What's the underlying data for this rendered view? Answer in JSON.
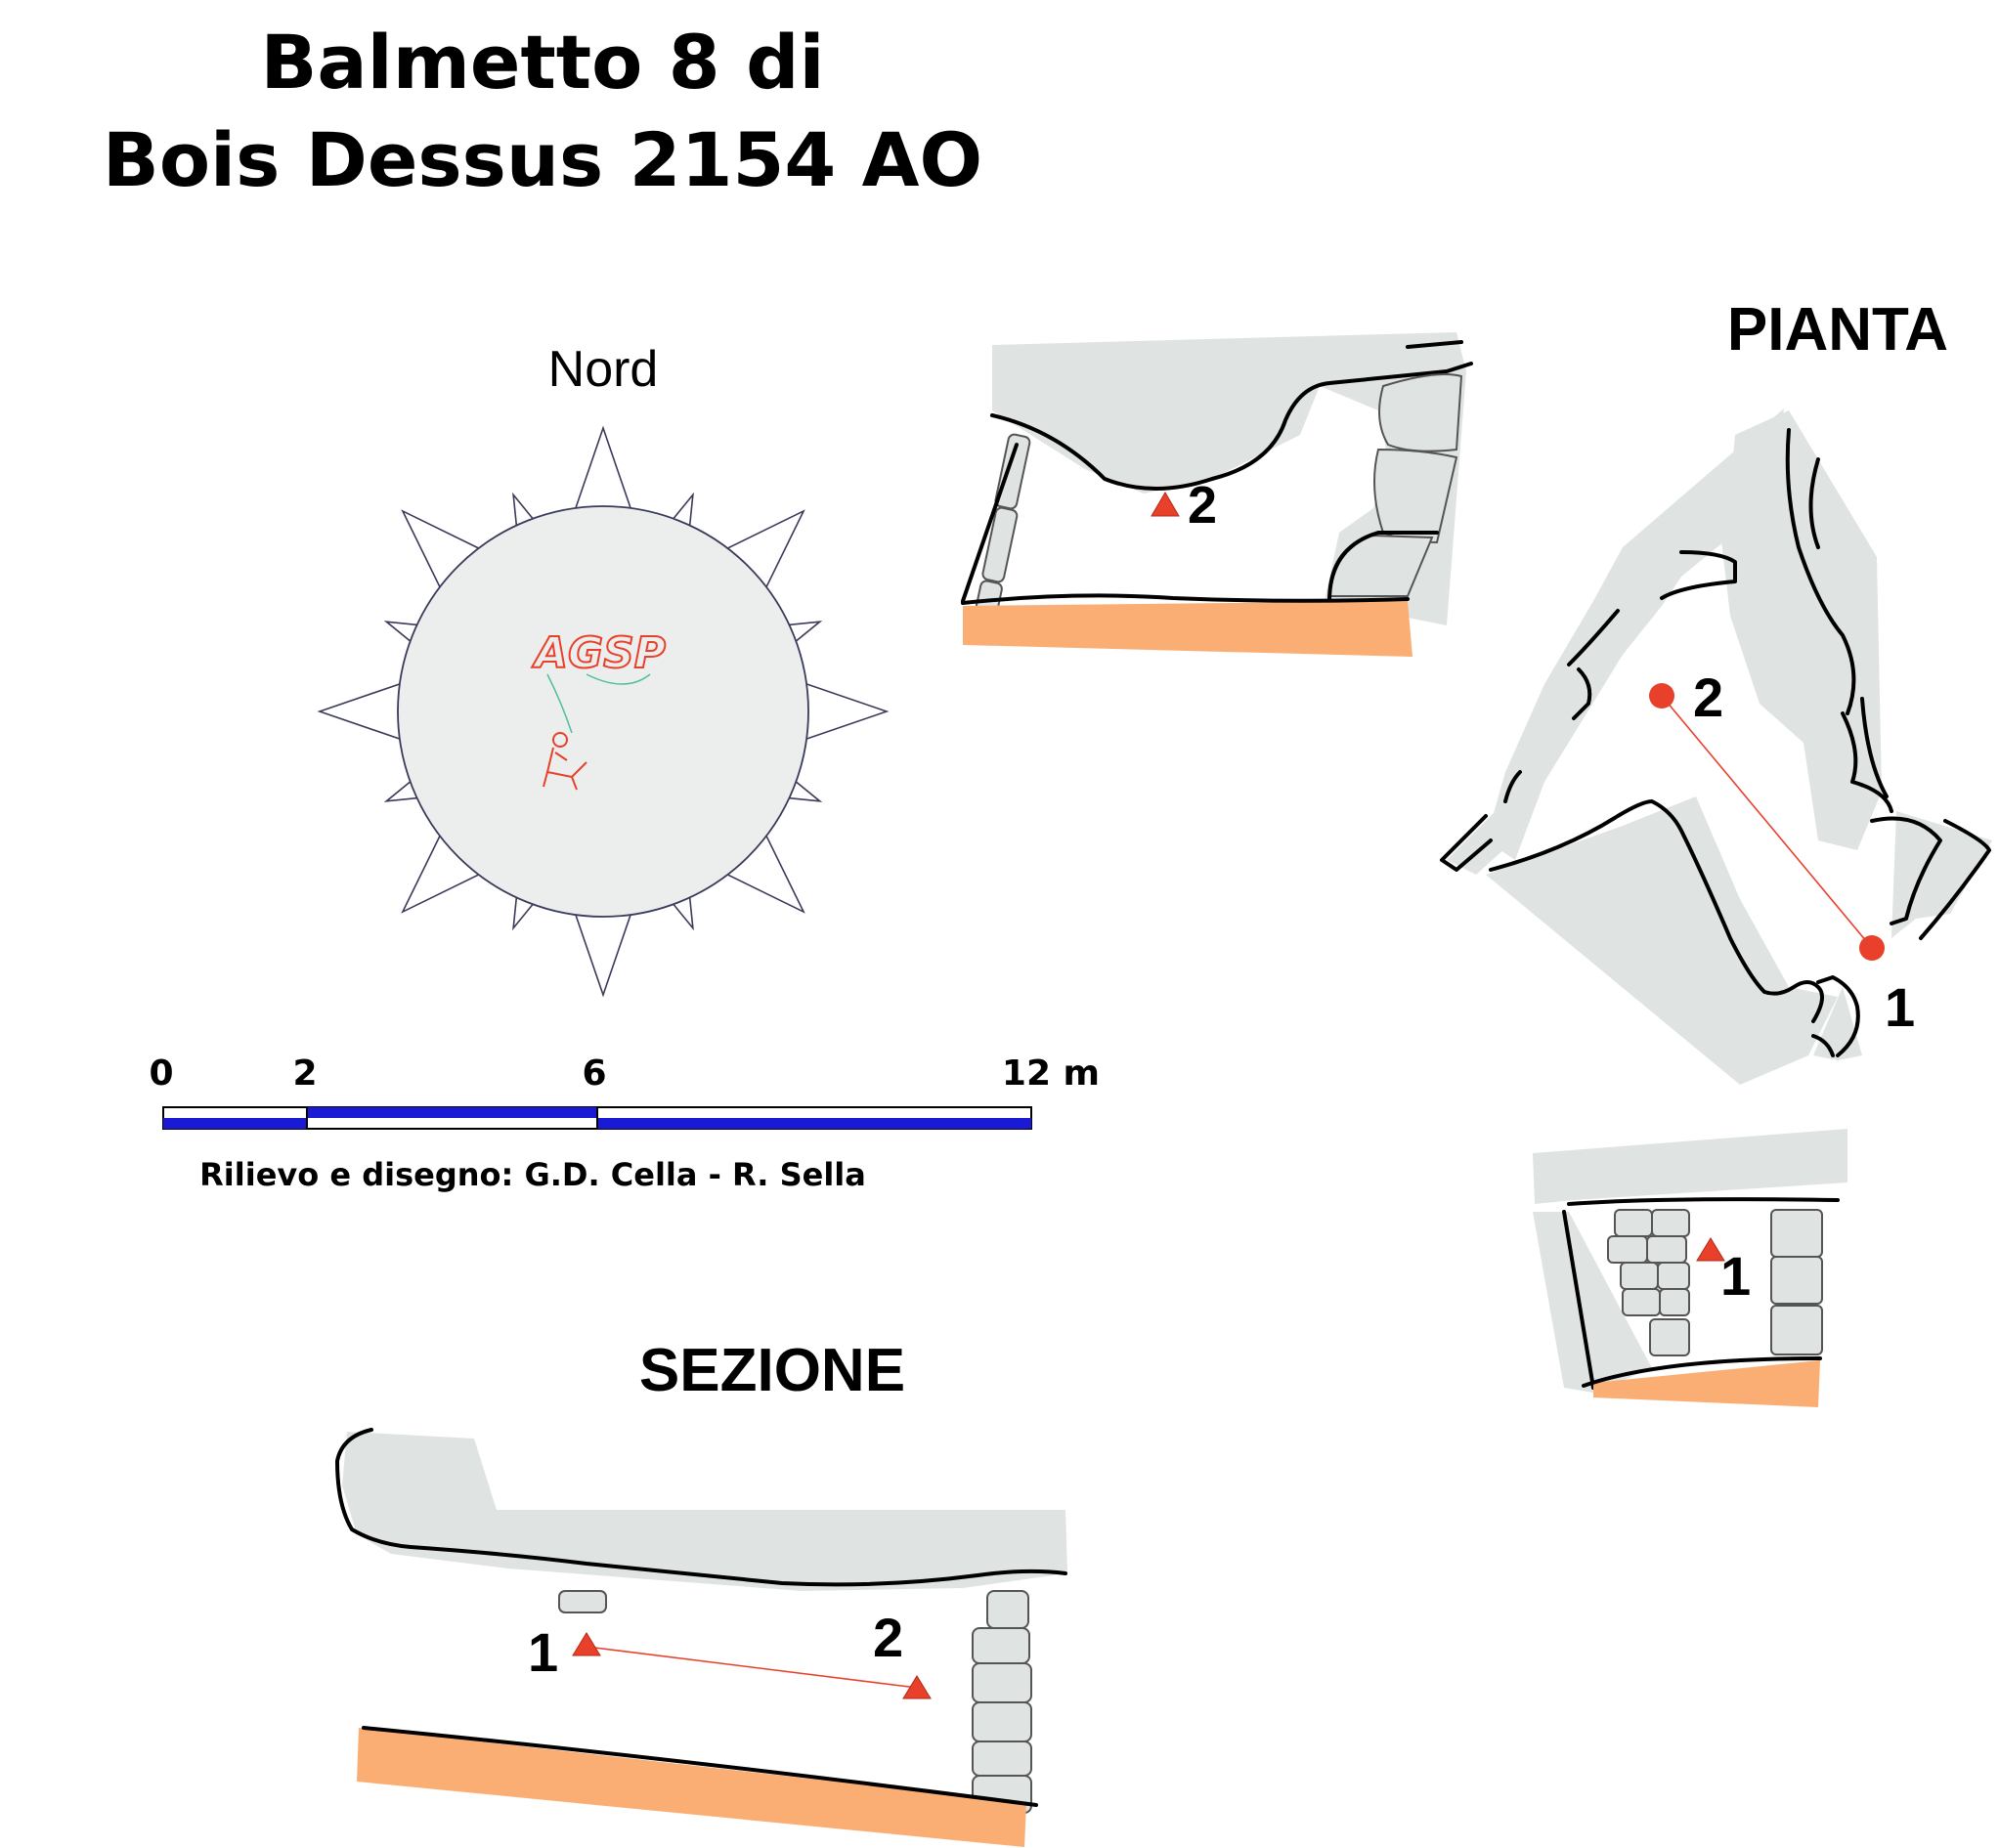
{
  "title": {
    "line1": "Balmetto 8 di",
    "line2": "Bois Dessus 2154 AO"
  },
  "compass": {
    "north_label": "Nord",
    "logo_text": "AGSP"
  },
  "scale_bar": {
    "ticks": [
      "0",
      "2",
      "6",
      "12 m"
    ],
    "credit": "Rilievo e disegno: G.D. Cella - R. Sella"
  },
  "plan": {
    "heading": "PIANTA",
    "station_1": "1",
    "station_2": "2"
  },
  "cross_section_top": {
    "station": "2"
  },
  "cross_section_right": {
    "station": "1"
  },
  "section": {
    "heading": "SEZIONE",
    "station_1": "1",
    "station_2": "2"
  },
  "colors": {
    "rock": "#dfe3e1",
    "floor": "#fbae74",
    "station": "#e8402a",
    "scale_blue": "#1a1ad6"
  }
}
